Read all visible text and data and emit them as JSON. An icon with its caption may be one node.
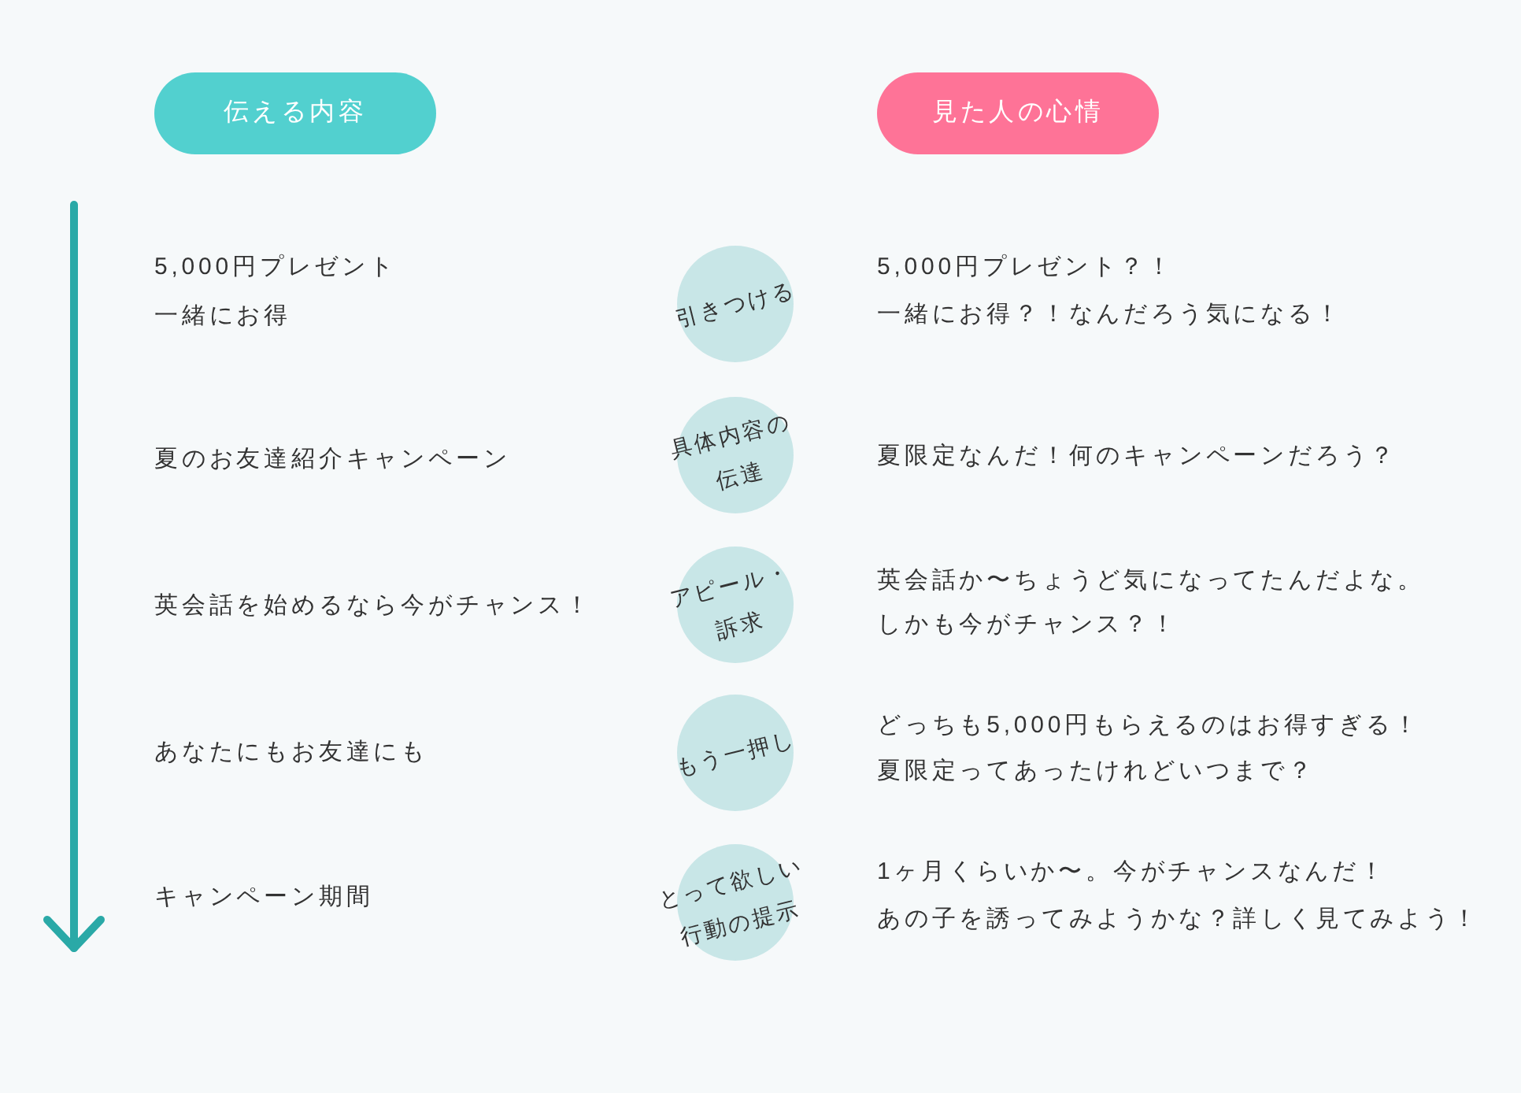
{
  "diagram": {
    "nodes": [
      {
        "text": [
          "伝える内容"
        ]
      },
      {
        "text": [
          "見た人の心情"
        ]
      },
      {
        "text": [
          "引きつける"
        ]
      },
      {
        "text": [
          "具体内容の伝達"
        ]
      },
      {
        "text": [
          "アピール・訴求"
        ]
      },
      {
        "text": [
          "もう一押し"
        ]
      },
      {
        "text": [
          "とって欲しい行動の提示"
        ]
      }
    ],
    "labels": [
      "5,000円プレゼント",
      "一緒にお得",
      "5,000円プレゼント？！",
      "一緒にお得？！なんだろう気になる！",
      "夏のお友達紹介キャンペーン",
      "夏限定なんだ！何のキャンペーンだろう？",
      "英会話を始めるなら今がチャンス！",
      "英会話か〜ちょうど気になってたんだよな。",
      "しかも今がチャンス？！",
      "あなたにもお友達にも",
      "どっちも5,000円もらえるのはお得すぎる！",
      "夏限定ってあったけれどいつまで？",
      "キャンペーン期間",
      "1ヶ月くらいか〜。今がチャンスなんだ！",
      "あの子を誘ってみようかな？詳しく見てみよう！"
    ]
  }
}
